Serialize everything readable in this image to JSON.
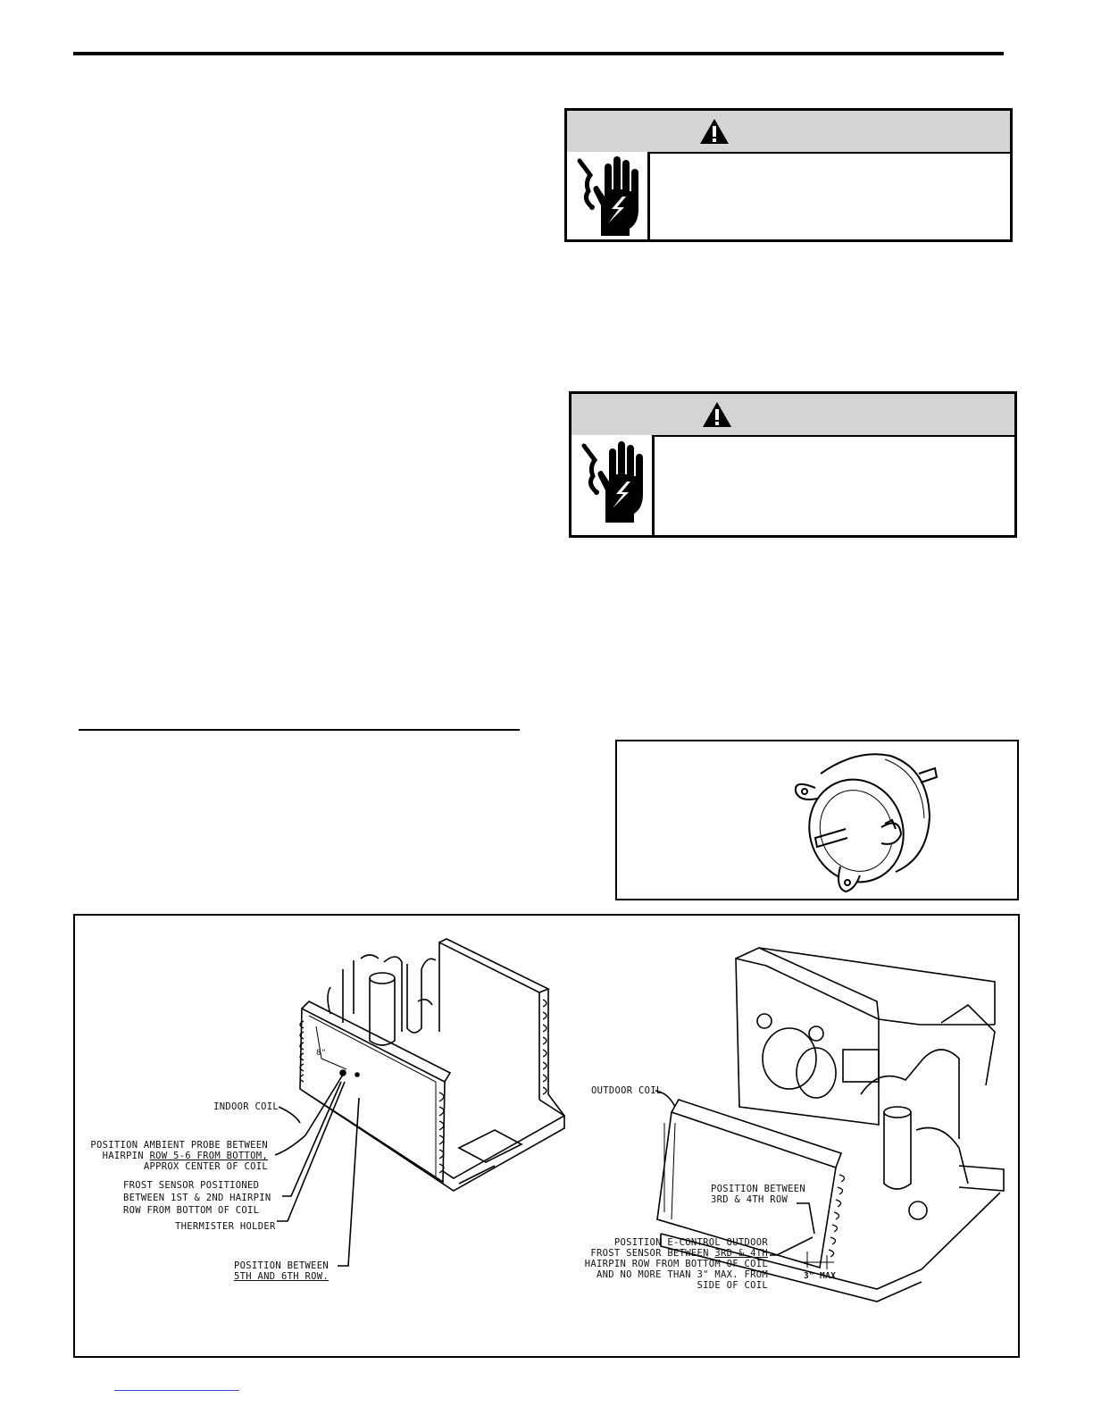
{
  "figure_labels": {
    "indoor_coil": "INDOOR COIL",
    "ambient_probe_line1": "POSITION AMBIENT PROBE BETWEEN",
    "ambient_probe_line2_pre": "HAIRPIN ",
    "ambient_probe_line2_u": "ROW 5-6 FROM BOTTOM,",
    "ambient_probe_line3": "APPROX CENTER OF COIL",
    "frost_line1": "FROST SENSOR POSITIONED",
    "frost_line2": "BETWEEN 1ST & 2ND HAIRPIN",
    "frost_line3": "ROW FROM BOTTOM OF COIL",
    "thermister_holder": "THERMISTER HOLDER",
    "position_5_6_line1": "POSITION BETWEEN",
    "position_5_6_line2": "5TH AND 6TH ROW.",
    "dim_8": "8\"",
    "outdoor_coil": "OUTDOOR COIL",
    "position_3_4_line1": "POSITION BETWEEN",
    "position_3_4_line2": "3RD & 4TH ROW",
    "econtrol_line1": "POSITION E-CONTROL OUTDOOR",
    "econtrol_line2_pre": "FROST SENSOR BETWEEN ",
    "econtrol_line2_u": "3RD & 4TH",
    "econtrol_line3": "HAIRPIN ROW FROM BOTTOM OF COIL",
    "econtrol_line4": "AND NO MORE THAN 3\" MAX. FROM",
    "econtrol_line5": "SIDE OF COIL",
    "dim_3max": "3\" MAX"
  }
}
